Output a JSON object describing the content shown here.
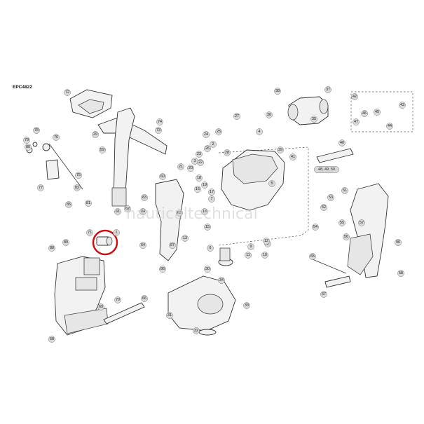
{
  "diagram": {
    "code": "EPC4822",
    "watermark": "nauticaltechnical",
    "highlight_color": "#cc1111",
    "highlighted_part": "1",
    "detail_label": "48, 49, 50",
    "callouts": [
      "72",
      "75",
      "76",
      "77",
      "78",
      "79",
      "80",
      "81",
      "82",
      "83",
      "84",
      "85",
      "86",
      "87",
      "88",
      "89",
      "59",
      "60",
      "61",
      "62",
      "63",
      "64",
      "65",
      "66",
      "67",
      "68",
      "69",
      "70",
      "71",
      "73",
      "74",
      "1",
      "2",
      "3",
      "4",
      "5",
      "6",
      "7",
      "8",
      "9",
      "10",
      "11",
      "12",
      "13",
      "14",
      "15",
      "16",
      "17",
      "18",
      "19",
      "20",
      "21",
      "22",
      "23",
      "24",
      "25",
      "26",
      "27",
      "28",
      "29",
      "30",
      "31",
      "32",
      "33",
      "34",
      "35",
      "36",
      "37",
      "38",
      "39",
      "40",
      "41",
      "42",
      "43",
      "44",
      "45",
      "46",
      "47",
      "48, 49, 50",
      "51",
      "52",
      "53",
      "54",
      "55",
      "56",
      "57",
      "58",
      "90"
    ]
  }
}
